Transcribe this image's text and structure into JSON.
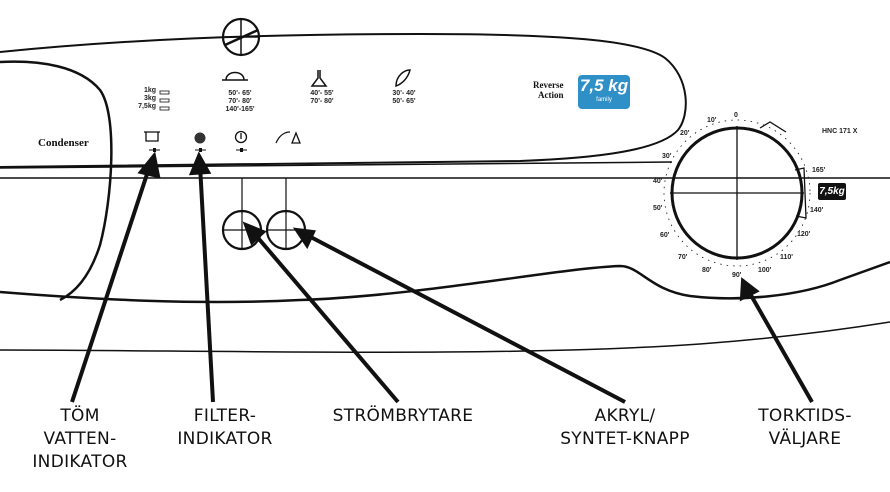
{
  "panel": {
    "condenser_label": "Condenser",
    "brand_line1": "Reverse",
    "brand_line2": "Action",
    "capacity_badge": "7,5 kg",
    "capacity_sub": "family",
    "model_text": "HNC 171 X"
  },
  "weights": {
    "w1": "1kg",
    "w2": "3kg",
    "w3": "7,5kg"
  },
  "programs": {
    "cotton": [
      "50'- 65'",
      "70'- 80'",
      "140'-165'"
    ],
    "synthetic": [
      "40'- 55'",
      "70'- 80'"
    ],
    "delicate": [
      "30'- 40'",
      "50'- 65'"
    ]
  },
  "dial": {
    "left_ticks": [
      "10'",
      "20'",
      "30'",
      "40'",
      "50'",
      "60'",
      "70'",
      "80'"
    ],
    "right_ticks": [
      "165'",
      "140'",
      "120'",
      "110'",
      "100'"
    ],
    "top_label": "0",
    "bottom_label": "90'",
    "badge": "7,5kg"
  },
  "callouts": {
    "empty_water": [
      "TÖM",
      "VATTEN-",
      "INDIKATOR"
    ],
    "filter": [
      "FILTER-",
      "INDIKATOR"
    ],
    "power": [
      "STRÖMBRYTARE"
    ],
    "acrylic": [
      "AKRYL/",
      "SYNTET-KNAPP"
    ],
    "timer": [
      "TORKTIDS-",
      "VÄLJARE"
    ]
  }
}
